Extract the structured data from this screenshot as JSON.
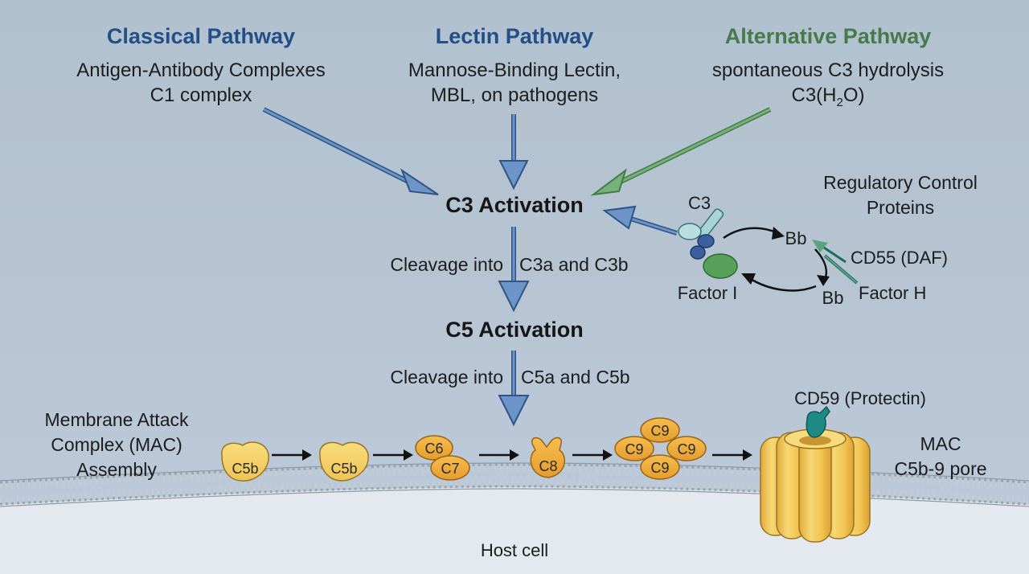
{
  "pathways": {
    "classical": {
      "title": "Classical Pathway",
      "line1": "Antigen-Antibody Complexes",
      "line2": "C1 complex"
    },
    "lectin": {
      "title": "Lectin Pathway",
      "line1": "Mannose-Binding Lectin,",
      "line2": "MBL, on pathogens"
    },
    "alternative": {
      "title": "Alternative Pathway",
      "line1": "spontaneous C3 hydrolysis",
      "line2_pre": "C3(H",
      "line2_sub": "2",
      "line2_post": "O)"
    }
  },
  "steps": {
    "c3_activation": "C3 Activation",
    "c3_cleavage_a": "Cleavage into",
    "c3_cleavage_b": "C3a and C3b",
    "c5_activation": "C5 Activation",
    "c5_cleavage_a": "Cleavage into",
    "c5_cleavage_b": "C5a and C5b"
  },
  "regulation": {
    "title_line1": "Regulatory Control",
    "title_line2": "Proteins",
    "c3": "C3",
    "bb_top": "Bb",
    "bb_bottom": "Bb",
    "cd55": "CD55 (DAF)",
    "factor_h": "Factor H",
    "factor_i": "Factor I"
  },
  "mac": {
    "label_line1": "Membrane Attack",
    "label_line2": "Complex (MAC)",
    "label_line3": "Assembly",
    "stages": [
      "C5b",
      "C5b",
      "C6",
      "C7",
      "C8",
      "C9",
      "C9",
      "C9",
      "C9"
    ],
    "cd59": "CD59 (Protectin)",
    "pore_line1": "MAC",
    "pore_line2": "C5b-9 pore"
  },
  "host_cell": "Host cell",
  "colors": {
    "background": "#b4c3d1",
    "arrow_blue": "#5d86bf",
    "arrow_green": "#5b9460",
    "protein_orange": "#efab3c",
    "pore_yellow": "#f0c95a",
    "teal": "#1f8a86",
    "membrane": "#dfe5ea"
  },
  "icons": [
    "arrow-right-icon",
    "c3-protein-icon",
    "cd59-protein-icon",
    "mac-pore-icon"
  ]
}
